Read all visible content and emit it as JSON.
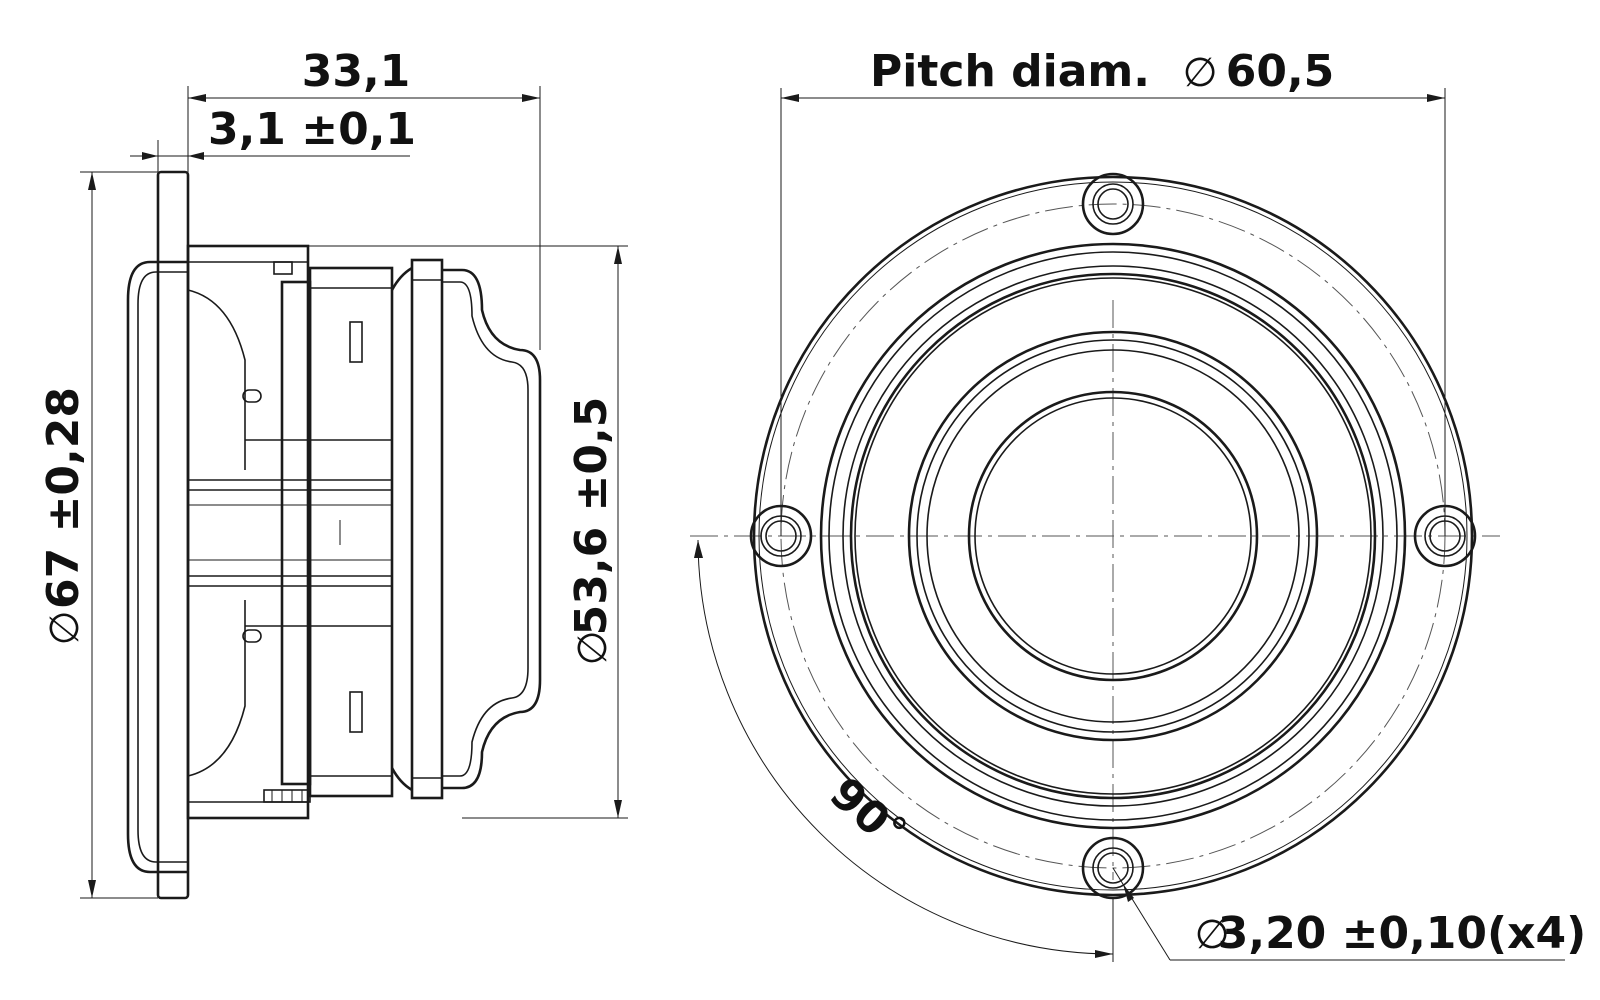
{
  "dimensions": {
    "overall_depth": "33,1",
    "flange_thickness": "3,1 ±0,1",
    "pitch_diameter_label": "Pitch diam.",
    "pitch_diameter_value": "60,5",
    "flange_diameter_value": "67 ±0,28",
    "body_diameter_value": "53,6 ±0,5",
    "mount_hole_value": "3,20 ±0,10(x4)",
    "hole_angle_value": "90",
    "degree_symbol": "°",
    "diameter_symbol": "∅"
  },
  "icons": {
    "side_view": "speaker-side-view-icon",
    "front_view": "speaker-front-view-icon"
  },
  "colors": {
    "line": "#1a1a1a",
    "background": "#ffffff"
  }
}
